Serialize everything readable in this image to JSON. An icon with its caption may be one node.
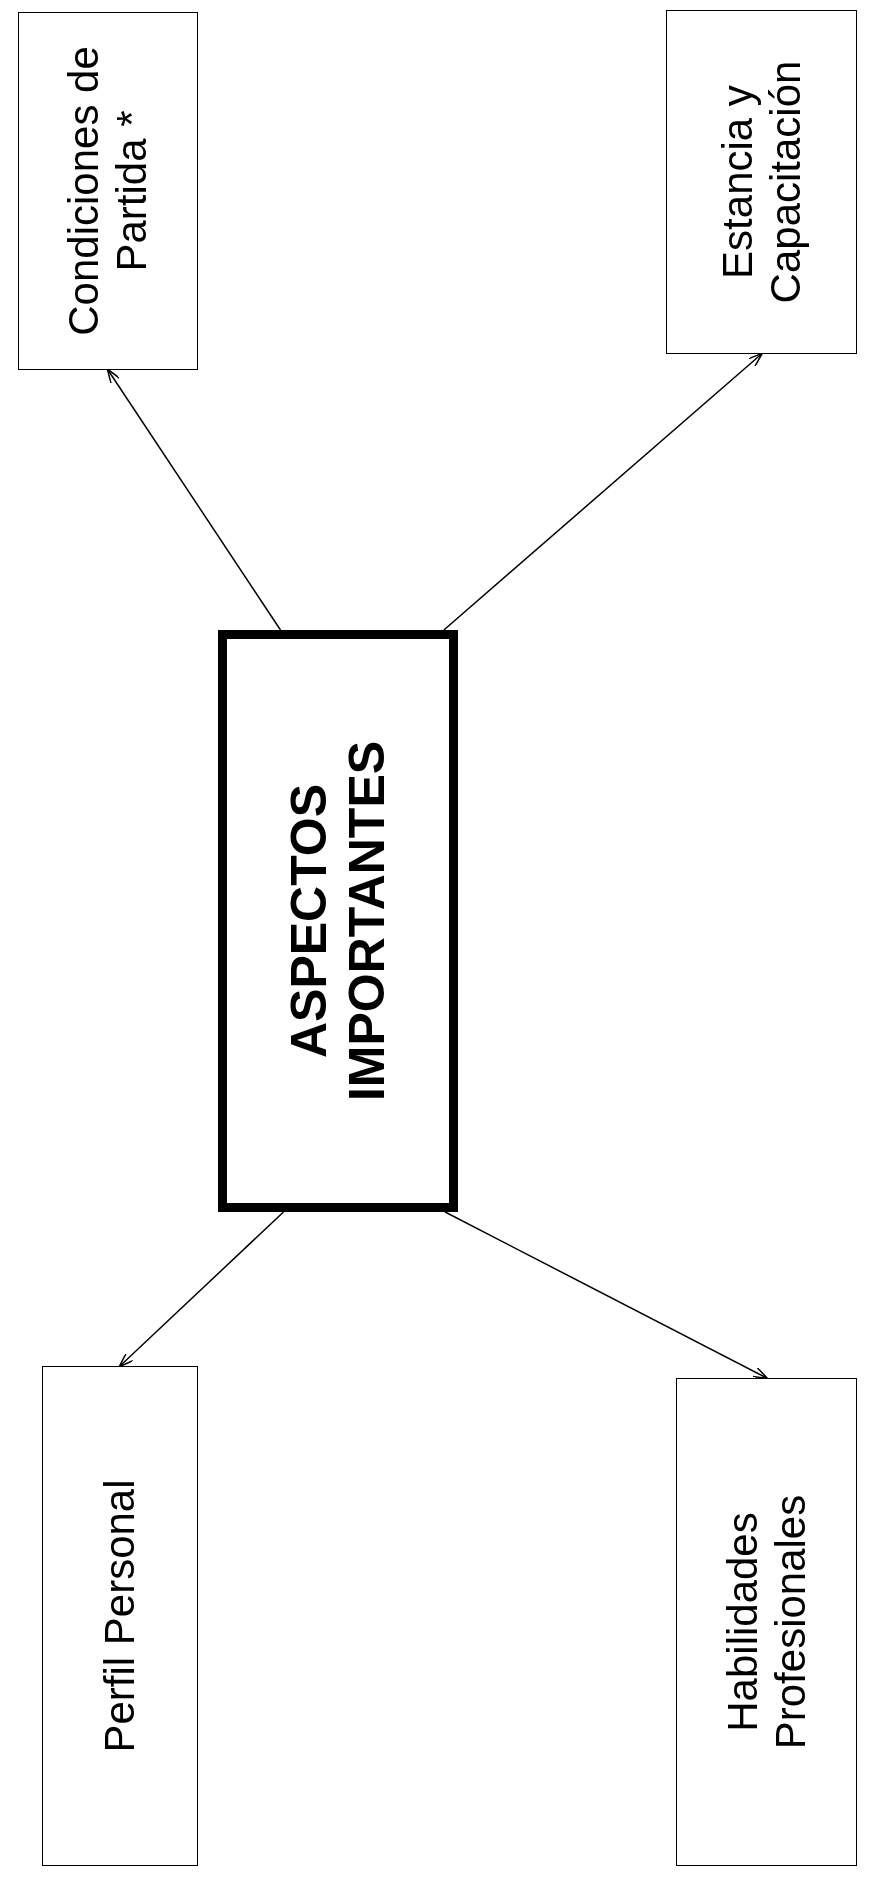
{
  "diagram": {
    "nodes": [
      {
        "text": [
          "ASPECTOS IMPORTANTES"
        ]
      },
      {
        "text": [
          "Condiciones de Partida *"
        ]
      },
      {
        "text": [
          "Estancia y Capacitación"
        ]
      },
      {
        "text": [
          "Perfil Personal"
        ]
      },
      {
        "text": [
          "Habilidades Profesionales"
        ]
      }
    ],
    "edges": [
      {
        "from": 0,
        "to": 1,
        "arrow": "to"
      },
      {
        "from": 0,
        "to": 2,
        "arrow": "to"
      },
      {
        "from": 0,
        "to": 3,
        "arrow": "to"
      },
      {
        "from": 0,
        "to": 4,
        "arrow": "to"
      }
    ]
  }
}
